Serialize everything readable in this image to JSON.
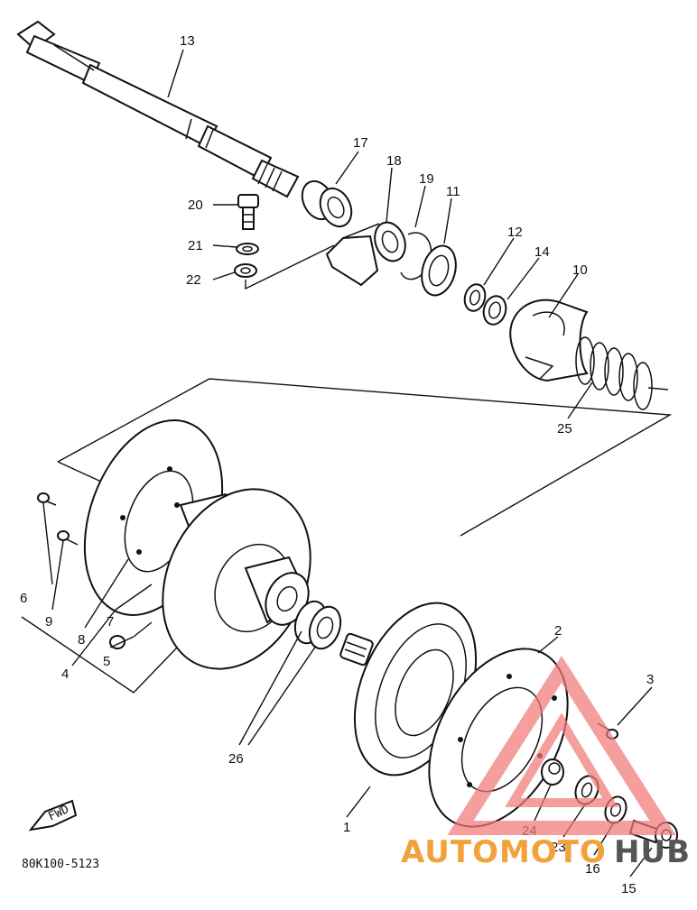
{
  "diagram": {
    "part_labels": [
      "1",
      "2",
      "3",
      "4",
      "5",
      "6",
      "7",
      "8",
      "9",
      "10",
      "11",
      "12",
      "13",
      "14",
      "15",
      "16",
      "17",
      "18",
      "19",
      "20",
      "21",
      "22",
      "23",
      "24",
      "25",
      "26"
    ],
    "drawing_code": "80K100-5123",
    "fwd_label": "FWD",
    "watermark": {
      "part1": "AUTOMOTO",
      "part2": "HUB",
      "colors": {
        "logo": "#f07a7a",
        "text": "#f2a23a",
        "text_dark": "#555555"
      }
    }
  }
}
